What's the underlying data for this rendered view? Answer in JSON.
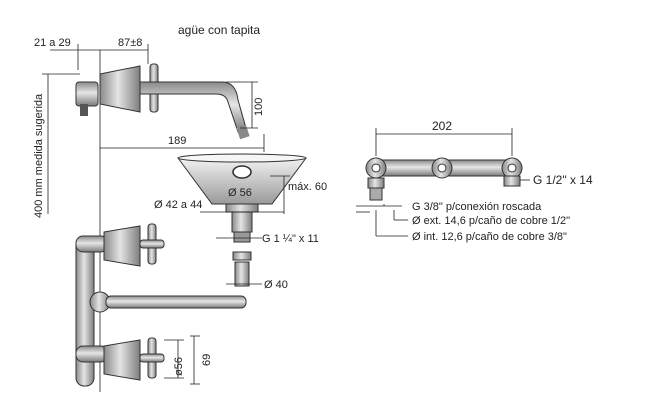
{
  "title": "agüe con tapita",
  "labels": {
    "wall_offset": "21 a 29",
    "body_depth": "87±8",
    "spout_height": "100",
    "spout_reach": "189",
    "suggested_height": "400 mm medida sugerida",
    "drain_top": "Ø 56",
    "max_thickness": "máx. 60",
    "drain_outer": "Ø 42 a 44",
    "drain_thread": "G 1 ¼\" x 11",
    "tail_diameter": "Ø 40",
    "valve_diameter": "ø56",
    "valve_height": "69",
    "manifold_width": "202",
    "manifold_thread": "G 1/2\" x 14",
    "conn_thread": "G 3/8\" p/conexión roscada",
    "conn_outer": "Ø ext. 14,6 p/caño de cobre 1/2\"",
    "conn_inner": "Ø int. 12,6 p/caño de cobre 3/8\""
  },
  "colors": {
    "metal_dark": "#7a7a7a",
    "metal_light": "#cfcfcf",
    "line": "#222222"
  }
}
